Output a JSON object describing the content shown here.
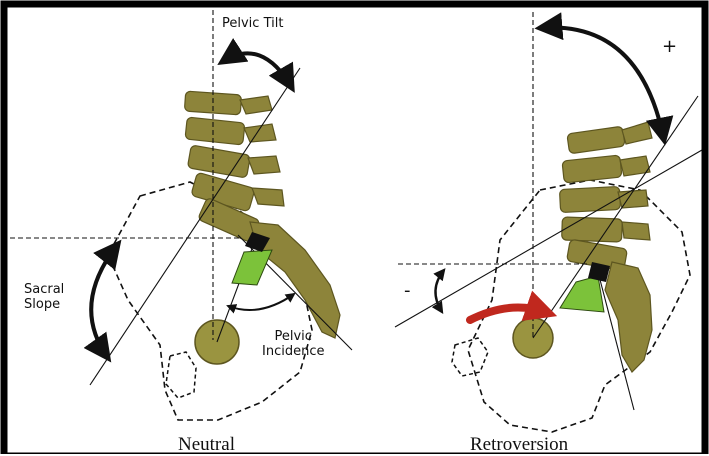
{
  "panels": [
    {
      "title": "Neutral",
      "labels": {
        "pelvic_tilt": "Pelvic Tilt",
        "sacral_slope": [
          "Sacral",
          "Slope"
        ],
        "pelvic_incidence": [
          "Pelvic",
          "Incidence"
        ]
      }
    },
    {
      "title": "Retroversion",
      "signs": {
        "plus": "+",
        "minus": "-"
      }
    }
  ],
  "colors": {
    "vertebra": "#8d843a",
    "vertebra_dark": "#5d5620",
    "femoral_head": "#9a9440",
    "angle_triangle": "#7cc23a",
    "endplate_marker": "#111111",
    "rotation_arrow": "#c0281e",
    "frame": "#000000"
  }
}
